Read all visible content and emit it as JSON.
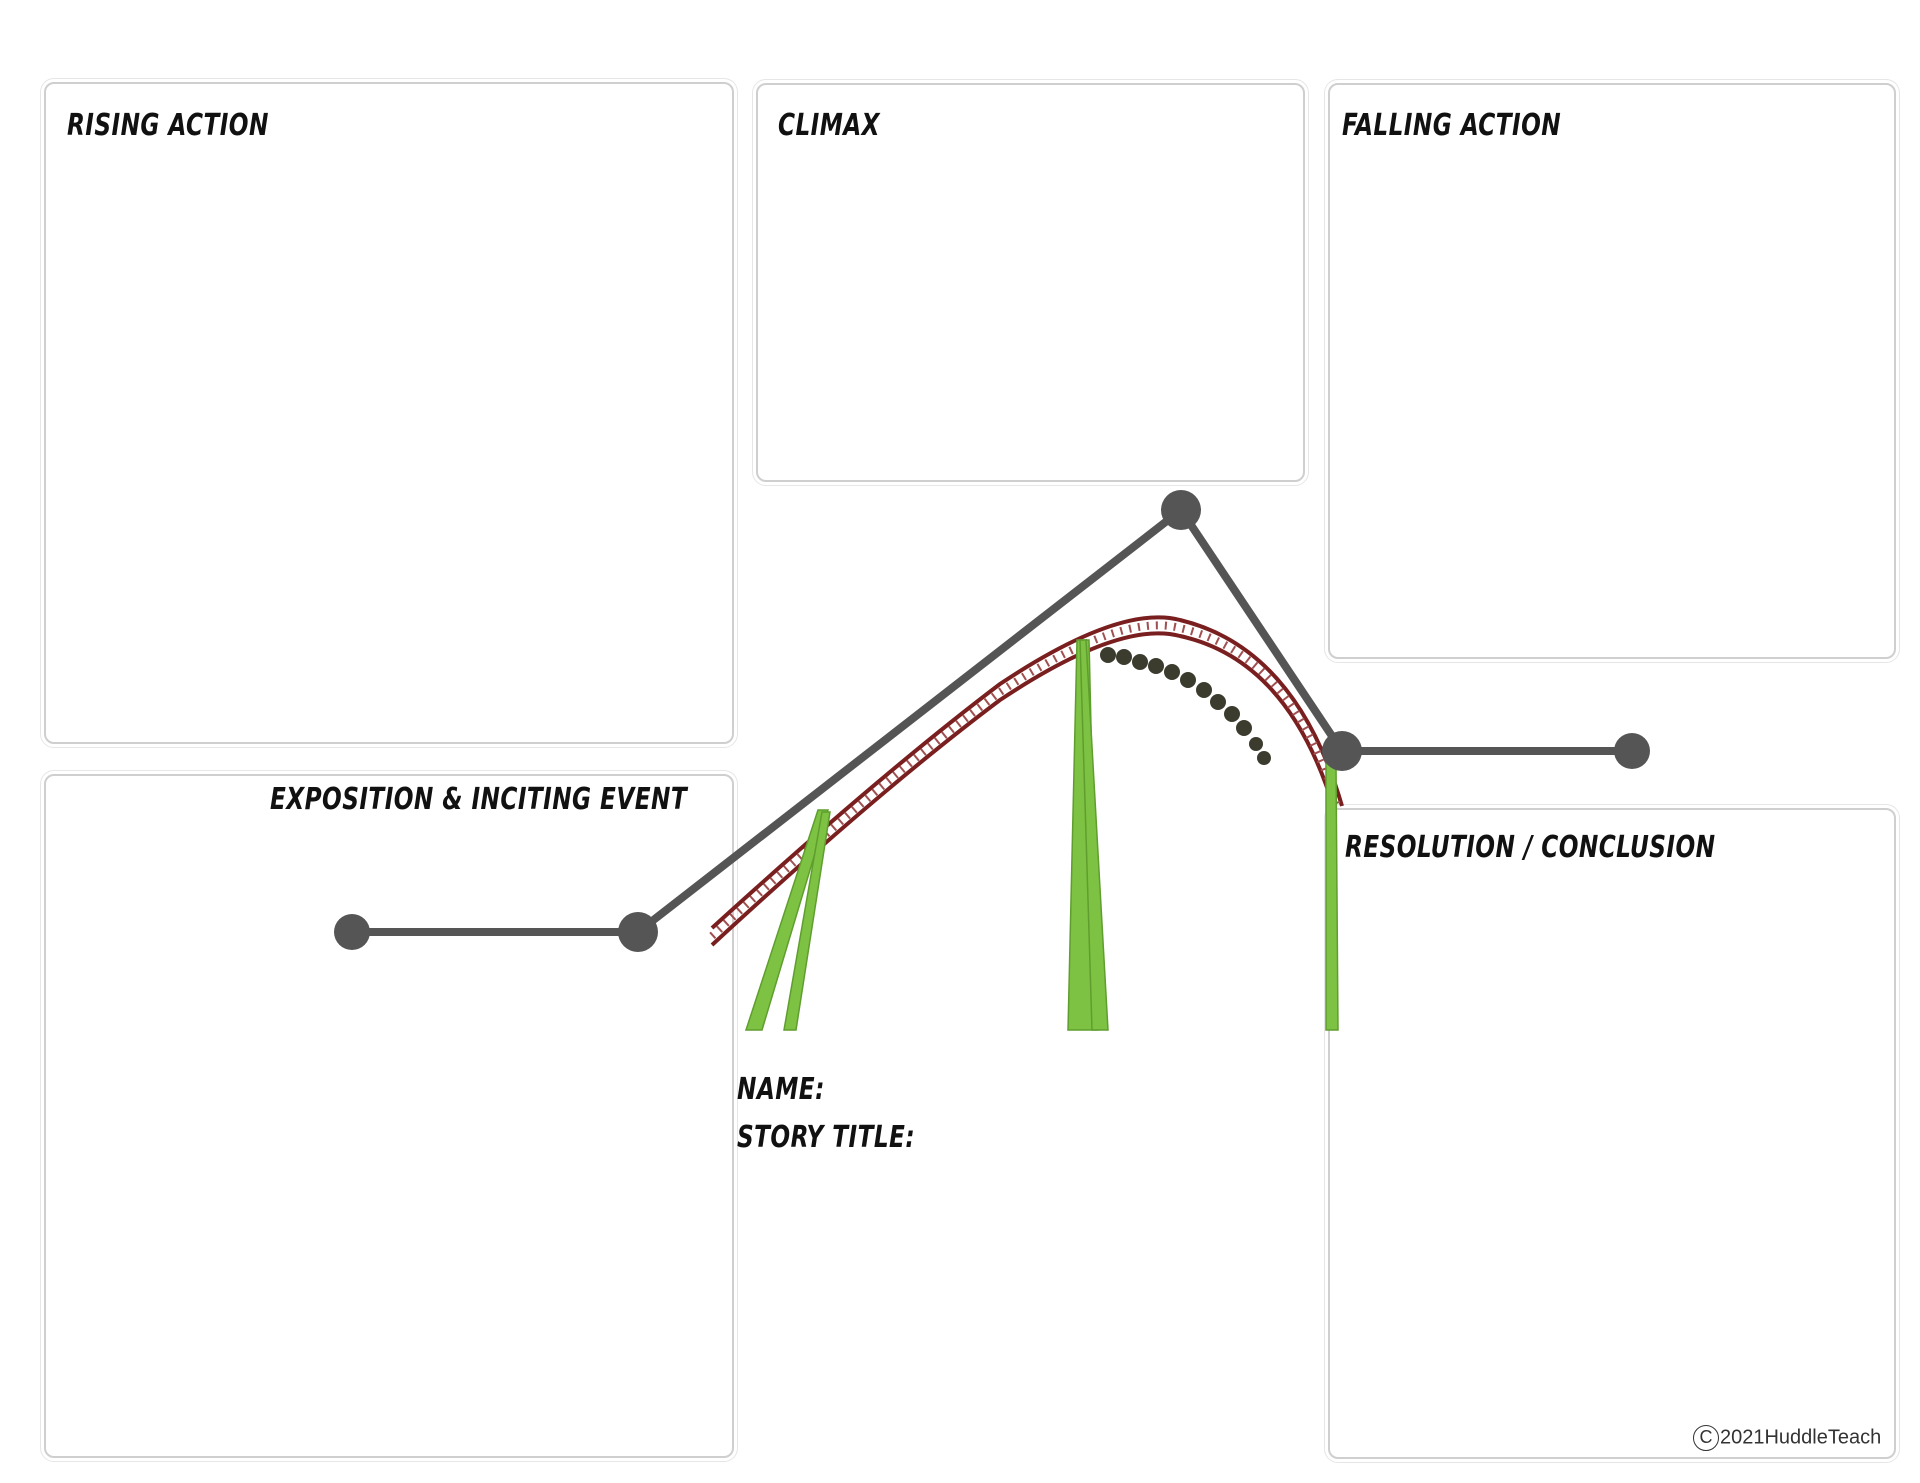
{
  "sections": {
    "rising_action": "RISING ACTION",
    "climax": "CLIMAX",
    "falling_action": "FALLING ACTION",
    "exposition": "EXPOSITION & INCITING EVENT",
    "resolution": "RESOLUTION / CONCLUSION"
  },
  "form": {
    "name_label": "NAME:",
    "title_label": "STORY TITLE:"
  },
  "footer": {
    "copyright_symbol": "C",
    "copyright_text": "2021HuddleTeach"
  },
  "colors": {
    "plot_line": "#555555",
    "track": "#7a1f1f",
    "supports": "#7dc242",
    "box_border": "#cfcfcf"
  }
}
